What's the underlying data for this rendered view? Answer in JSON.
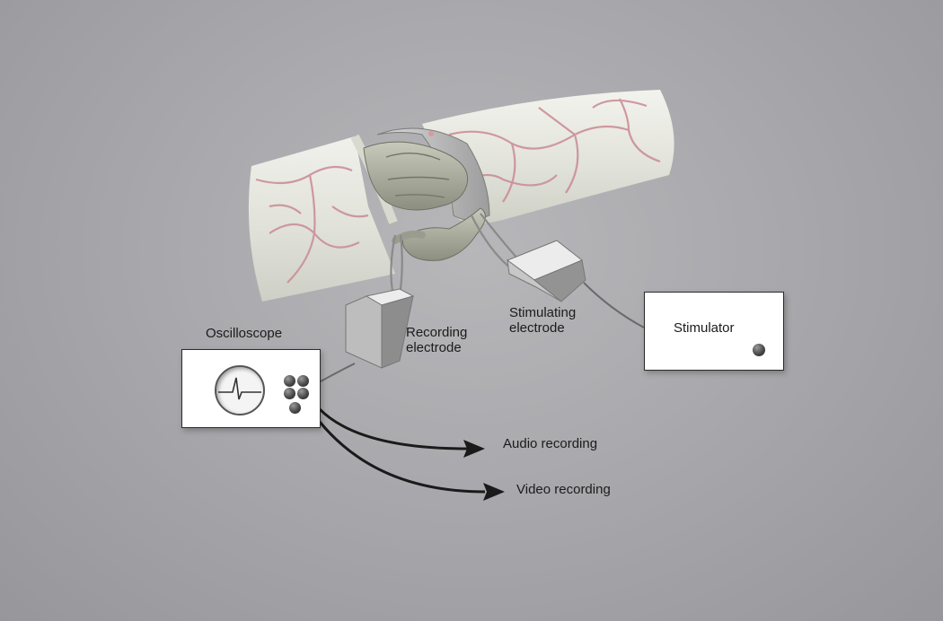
{
  "labels": {
    "oscilloscope": "Oscilloscope",
    "recording_line1": "Recording",
    "recording_line2": "electrode",
    "stimulating_line1": "Stimulating",
    "stimulating_line2": "electrode",
    "stimulator": "Stimulator",
    "audio": "Audio recording",
    "video": "Video recording"
  },
  "colors": {
    "background": "#a9a9ad",
    "tissue": "#e4e5dd",
    "vessel": "#c98a93",
    "nerve": "#a8ab9c",
    "arrow": "#1a1a1a"
  }
}
